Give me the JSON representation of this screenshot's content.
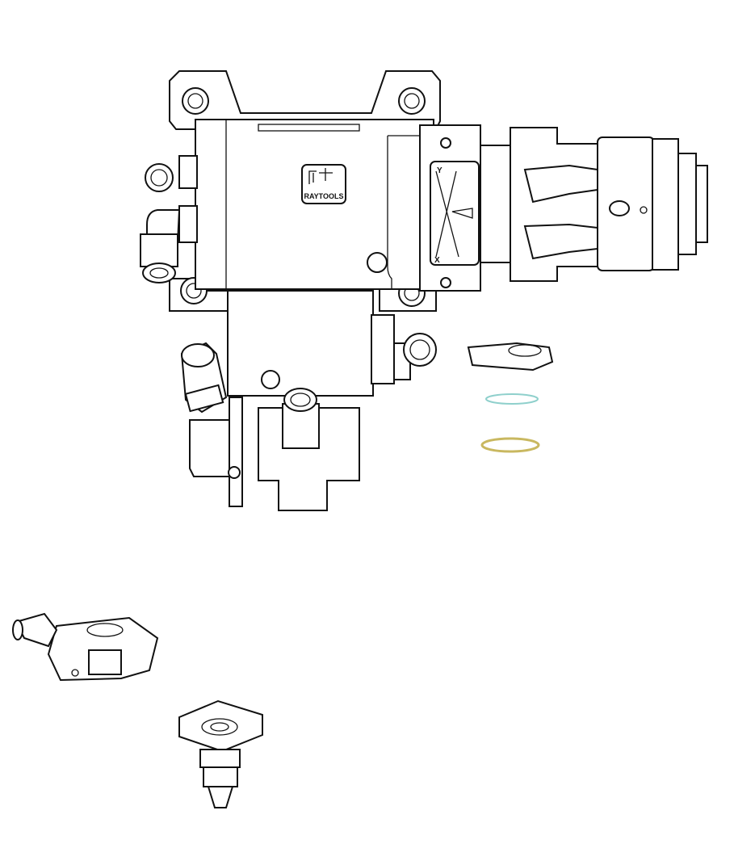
{
  "diagram": {
    "logo": {
      "brand": "RAYTOOLS"
    },
    "axis_labels": {
      "y": "Y",
      "x": "X"
    },
    "colors": {
      "line": "#111111",
      "protective_lens": "#8fd0cc",
      "seal_ring": "#c9b860"
    }
  }
}
